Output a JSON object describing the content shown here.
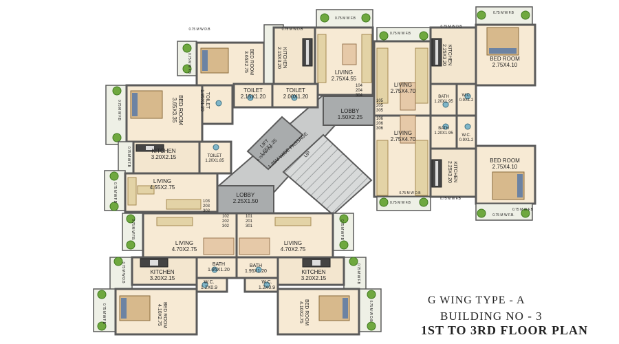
{
  "colors": {
    "wall": "#5a5a5a",
    "room_fill": "#f7ead4",
    "kitchen_fill": "#f3e6cf",
    "lobby_fill": "#c9cbcb",
    "lobby_dark": "#a9acad",
    "terrace_fill": "#eef0e6",
    "plant": "#6fa83f",
    "bed_cover": "#d7b98c",
    "bed_pillow": "#6c83a3",
    "sofa": "#e3d3a6",
    "text": "#222222"
  },
  "rooms": [
    {
      "id": "r01",
      "name": "BED ROOM",
      "size": "3.65X2.75"
    },
    {
      "id": "r02",
      "name": "KITCHEN",
      "size": "2.15X3.20"
    },
    {
      "id": "r03",
      "name": "LIVING",
      "size": "2.75X4.55"
    },
    {
      "id": "r04",
      "name": "TOILET",
      "size": "2.15X1.20"
    },
    {
      "id": "r05",
      "name": "TOILET",
      "size": "2.00X1.20"
    },
    {
      "id": "r06",
      "name": "TOILET",
      "size": "1.85X1.20"
    },
    {
      "id": "r07",
      "name": "BED ROOM",
      "size": "3.65X3.35"
    },
    {
      "id": "r08",
      "name": "KITCHEN",
      "size": "3.20X2.15"
    },
    {
      "id": "r09",
      "name": "TOILET",
      "size": "1.20X1.85"
    },
    {
      "id": "r10",
      "name": "LIVING",
      "size": "4.55X2.75"
    },
    {
      "id": "r11",
      "name": "LIVING",
      "size": "2.75X4.70"
    },
    {
      "id": "r12",
      "name": "KITCHEN",
      "size": "2.25X3.20"
    },
    {
      "id": "r13",
      "name": "BED ROOM",
      "size": "2.75X4.10"
    },
    {
      "id": "r14",
      "name": "BATH",
      "size": "1.20X1.95"
    },
    {
      "id": "r15",
      "name": "W.C.",
      "size": "0.9X1.2"
    },
    {
      "id": "r16",
      "name": "LIVING",
      "size": "2.75X4.70"
    },
    {
      "id": "r17",
      "name": "BATH",
      "size": "1.20X1.95"
    },
    {
      "id": "r18",
      "name": "W.C.",
      "size": "0.9X1.2"
    },
    {
      "id": "r19",
      "name": "KITCHEN",
      "size": "2.25X3.20"
    },
    {
      "id": "r20",
      "name": "BED ROOM",
      "size": "2.75X4.10"
    },
    {
      "id": "r21",
      "name": "LOBBY",
      "size": "1.50X2.25"
    },
    {
      "id": "r22",
      "name": "LIFT",
      "size": "1.65X1.35"
    },
    {
      "id": "r23",
      "name": "LOBBY",
      "size": "2.25X1.50"
    },
    {
      "id": "r24",
      "name": "LIVING",
      "size": "4.70X2.75"
    },
    {
      "id": "r25",
      "name": "LIVING",
      "size": "4.70X2.75"
    },
    {
      "id": "r26",
      "name": "BATH",
      "size": "1.95X1.20"
    },
    {
      "id": "r27",
      "name": "BATH",
      "size": "1.95X1.20"
    },
    {
      "id": "r28",
      "name": "KITCHEN",
      "size": "3.20X2.15"
    },
    {
      "id": "r29",
      "name": "KITCHEN",
      "size": "3.20X2.15"
    },
    {
      "id": "r30",
      "name": "W.C.",
      "size": "1.2X0.9"
    },
    {
      "id": "r31",
      "name": "W.C.",
      "size": "1.2X0.9"
    },
    {
      "id": "r32",
      "name": "BED ROOM",
      "size": "4.10X2.75"
    },
    {
      "id": "r33",
      "name": "BED ROOM",
      "size": "4.10X2.75"
    }
  ],
  "terraces": [
    {
      "id": "k01",
      "label": "0.75 M W.D.B"
    },
    {
      "id": "k02",
      "label": "0.75 M W F.B"
    },
    {
      "id": "k03",
      "label": "0.75 M W F.B"
    },
    {
      "id": "k04",
      "label": "0.75 M W F.B"
    },
    {
      "id": "k05",
      "label": "0.75 M W F.B"
    },
    {
      "id": "k06",
      "label": "0.75 M W D.B"
    },
    {
      "id": "k07",
      "label": "0.75 M W F.B"
    },
    {
      "id": "k08",
      "label": "0.75 M W F.B"
    },
    {
      "id": "k09",
      "label": "0.75 M W F.B"
    },
    {
      "id": "k10",
      "label": "0.75 M W D.B"
    },
    {
      "id": "k11",
      "label": "0.75 M W F.B"
    },
    {
      "id": "k12",
      "label": "0.75 M W F.B."
    },
    {
      "id": "k13",
      "label": "0.75 M W D.B"
    },
    {
      "id": "k14",
      "label": "0.75 M W F.B."
    },
    {
      "id": "k15",
      "label": "0.75 M W F.B"
    },
    {
      "id": "k16",
      "label": "0.75 M W F.B"
    },
    {
      "id": "k17",
      "label": "0.75 M W F.B"
    },
    {
      "id": "k18",
      "label": "0.75 M W D.B"
    },
    {
      "id": "k19",
      "label": "0.75 M W F.B"
    },
    {
      "id": "k20",
      "label": "0.75 M W D.B"
    },
    {
      "id": "k21",
      "label": "0.75 M W F.B"
    },
    {
      "id": "k22",
      "label": "0.75 M W F.B"
    }
  ],
  "flat_numbers": [
    {
      "id": "f1",
      "lines": [
        "104",
        "204",
        "304"
      ]
    },
    {
      "id": "f2",
      "lines": [
        "105",
        "205",
        "305"
      ]
    },
    {
      "id": "f3",
      "lines": [
        "106",
        "206",
        "306"
      ]
    },
    {
      "id": "f4",
      "lines": [
        "103",
        "203",
        "303"
      ]
    },
    {
      "id": "f5",
      "lines": [
        "102",
        "202",
        "302"
      ]
    },
    {
      "id": "f6",
      "lines": [
        "101",
        "201",
        "301"
      ]
    }
  ],
  "passage": {
    "label": "1.25M WIDE PASSAGE",
    "direction": "UP"
  },
  "titles": {
    "wing": "G WING TYPE  - A",
    "building": "BUILDING NO - 3",
    "floors": "1ST TO 3RD FLOOR PLAN"
  }
}
